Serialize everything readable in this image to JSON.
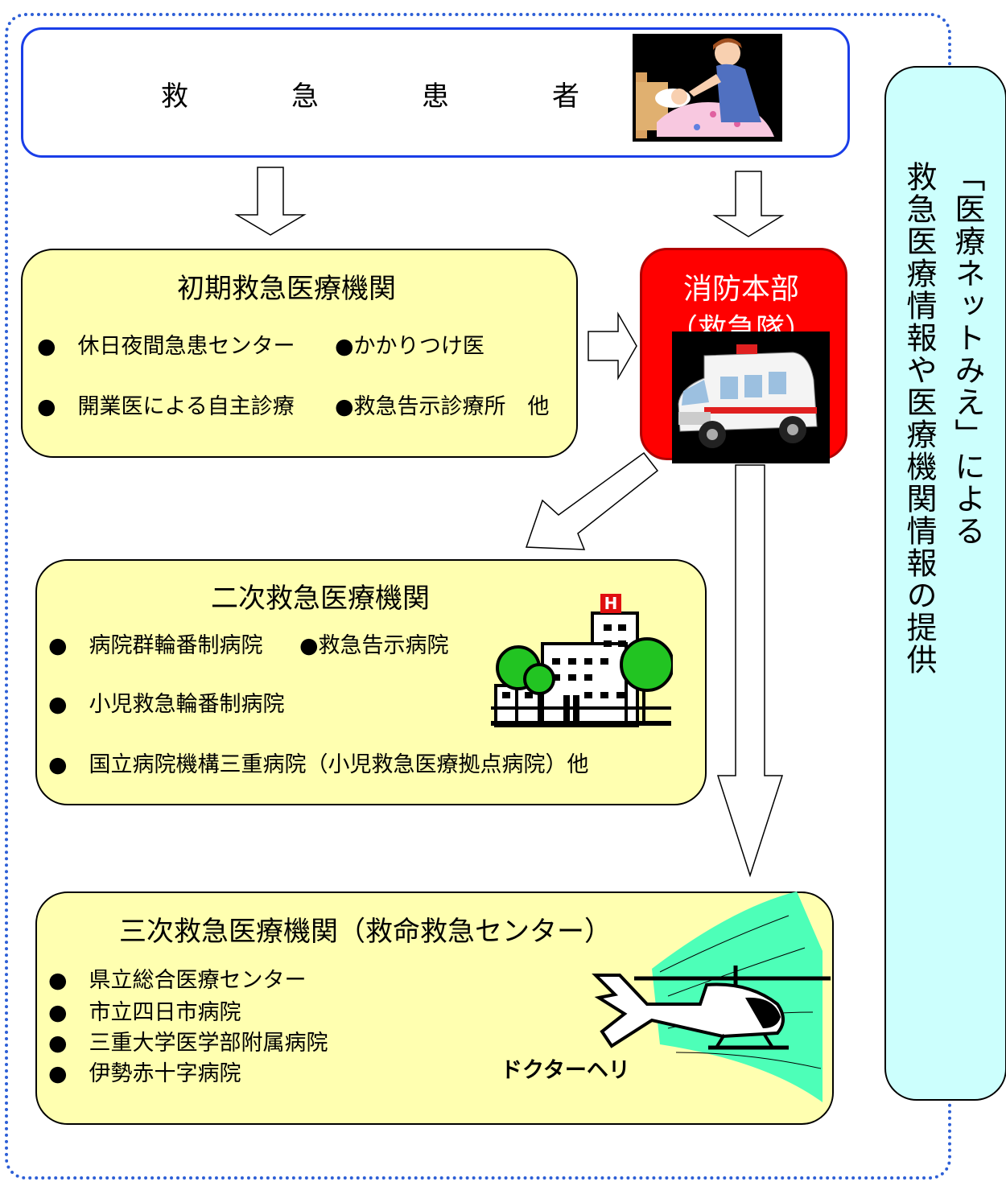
{
  "patient": {
    "chars": [
      "救",
      "急",
      "患",
      "者"
    ]
  },
  "initial": {
    "title": "初期救急医療機関",
    "row1a": "●　休日夜間急患センター",
    "row1b": "●かかりつけ医",
    "row2a": "●　開業医による自主診療",
    "row2b": "●救急告示診療所　他"
  },
  "fire": {
    "line1": "消防本部",
    "line2": "（救急隊）"
  },
  "secondary": {
    "title": "二次救急医療機関",
    "row1a": "●　病院群輪番制病院",
    "row1b": "●救急告示病院",
    "row2": "●　小児救急輪番制病院",
    "row3": "●　国立病院機構三重病院（小児救急医療拠点病院）他",
    "hospital_sign": "H"
  },
  "tertiary": {
    "title": "三次救急医療機関（救命救急センター）",
    "items": [
      "●　県立総合医療センター",
      "●　市立四日市病院",
      "●　三重大学医学部附属病院",
      "●　伊勢赤十字病院"
    ],
    "heli_label": "ドクターヘリ"
  },
  "side": {
    "line1": "「医療ネットみえ」による",
    "line2": "救急医療情報や医療機関情報の提供"
  },
  "colors": {
    "border_blue": "#2d5fd6",
    "box_yellow": "#ffffb0",
    "fire_red": "#ff0000",
    "side_cyan": "#ccfffd"
  },
  "icons": [
    "bedside-care-picture",
    "ambulance-picture",
    "hospital-building-icon",
    "helicopter-icon"
  ]
}
